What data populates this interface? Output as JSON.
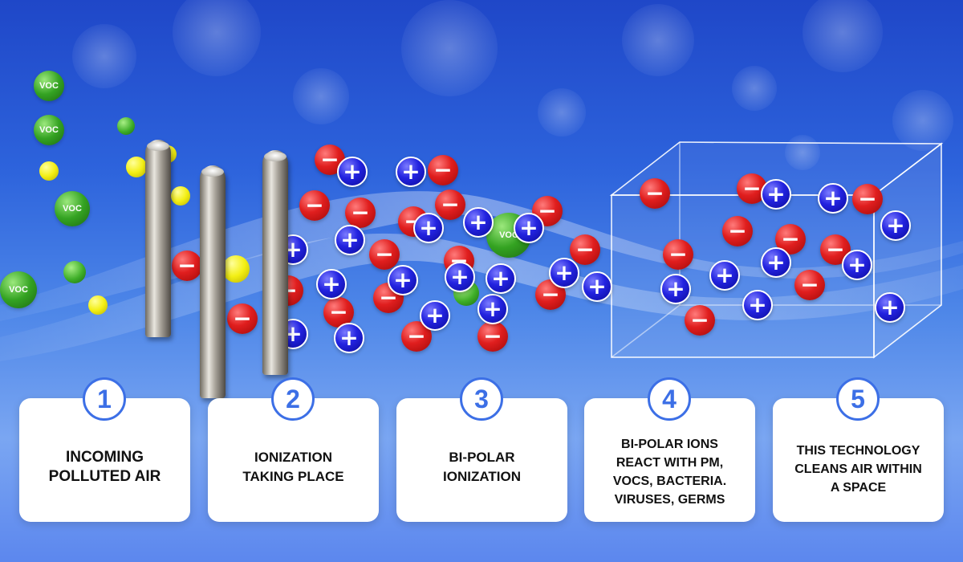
{
  "steps": [
    {
      "number": "1",
      "lines": [
        "INCOMING",
        "POLLUTED AIR"
      ]
    },
    {
      "number": "2",
      "lines": [
        "IONIZATION",
        "TAKING PLACE"
      ]
    },
    {
      "number": "3",
      "lines": [
        "BI-POLAR",
        "IONIZATION"
      ]
    },
    {
      "number": "4",
      "lines": [
        "BI-POLAR IONS",
        "REACT WITH PM,",
        "VOCS, BACTERIA.",
        "VIRUSES, GERMS"
      ]
    },
    {
      "number": "5",
      "lines": [
        "THIS TECHNOLOGY",
        "CLEANS AIR WITHIN",
        "A SPACE"
      ]
    }
  ],
  "labels": {
    "voc": "VOC",
    "negative_sign": "−",
    "positive_sign": "+"
  },
  "colors": {
    "accent": "#3c6fe6",
    "negative_ion": "#e01e1e",
    "positive_ion": "#2323e0",
    "voc": "#34a322",
    "pollutant": "#f3ef14",
    "card": "#ffffff"
  },
  "icons": {
    "rod": "ionizer-rod-icon",
    "negative": "negative-ion-icon",
    "positive": "positive-ion-icon",
    "voc": "voc-molecule-icon",
    "pollutant": "pollutant-particle-icon",
    "room": "room-cube-icon"
  }
}
